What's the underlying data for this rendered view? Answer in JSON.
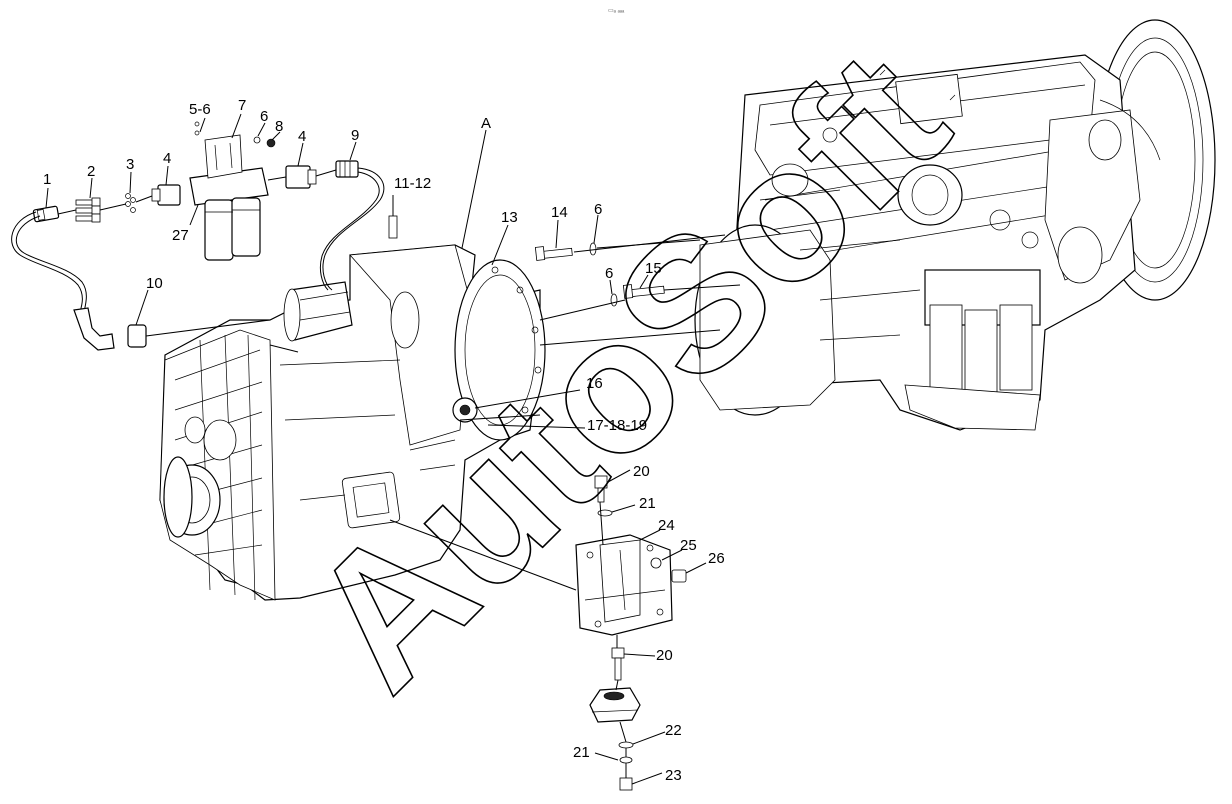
{
  "figure": {
    "header_mark": "▭ₐ ₐₐₐ",
    "watermark": "AutoSoft",
    "callouts": [
      {
        "id": "c1",
        "text": "1"
      },
      {
        "id": "c2",
        "text": "2"
      },
      {
        "id": "c3",
        "text": "3"
      },
      {
        "id": "c4a",
        "text": "4"
      },
      {
        "id": "c56",
        "text": "5-6"
      },
      {
        "id": "c7",
        "text": "7"
      },
      {
        "id": "c6a",
        "text": "6"
      },
      {
        "id": "c8",
        "text": "8"
      },
      {
        "id": "c4b",
        "text": "4"
      },
      {
        "id": "c9",
        "text": "9"
      },
      {
        "id": "c27",
        "text": "27"
      },
      {
        "id": "c10",
        "text": "10"
      },
      {
        "id": "c1112",
        "text": "11-12"
      },
      {
        "id": "cA",
        "text": "A"
      },
      {
        "id": "c13",
        "text": "13"
      },
      {
        "id": "c14",
        "text": "14"
      },
      {
        "id": "c6b",
        "text": "6"
      },
      {
        "id": "c6c",
        "text": "6"
      },
      {
        "id": "c15",
        "text": "15"
      },
      {
        "id": "c16",
        "text": "16"
      },
      {
        "id": "c171819",
        "text": "17-18-19"
      },
      {
        "id": "c20a",
        "text": "20"
      },
      {
        "id": "c21a",
        "text": "21"
      },
      {
        "id": "c24",
        "text": "24"
      },
      {
        "id": "c25",
        "text": "25"
      },
      {
        "id": "c26",
        "text": "26"
      },
      {
        "id": "c20b",
        "text": "20"
      },
      {
        "id": "c22",
        "text": "22"
      },
      {
        "id": "c21b",
        "text": "21"
      },
      {
        "id": "c23",
        "text": "23"
      }
    ]
  }
}
